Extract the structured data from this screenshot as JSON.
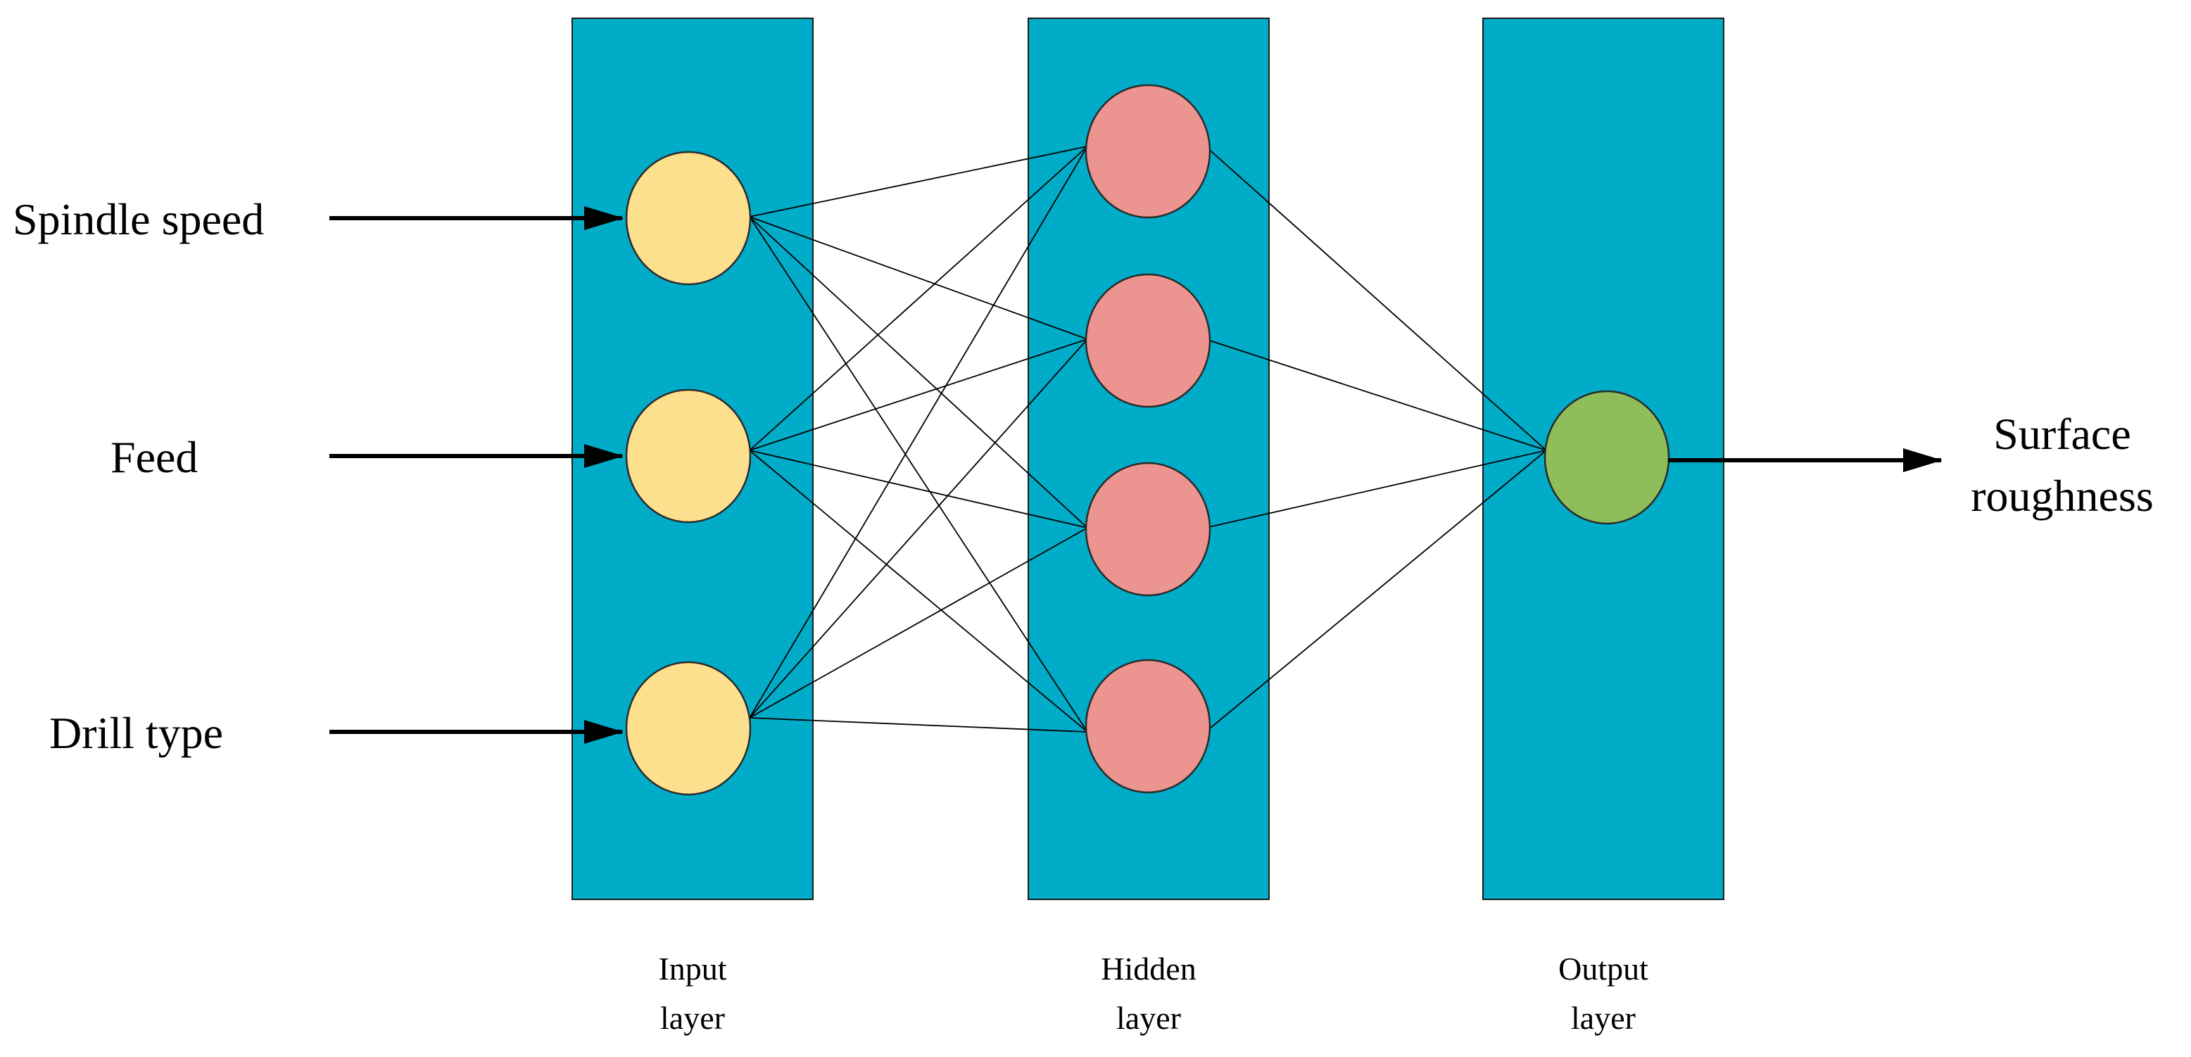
{
  "colors": {
    "layer_fill": "#00acc8",
    "input_node": "#fde08e",
    "hidden_node": "#ec9590",
    "output_node": "#8fbd5a",
    "line": "#000000"
  },
  "inputs": [
    {
      "label": "Spindle speed"
    },
    {
      "label": "Feed"
    },
    {
      "label": "Drill type"
    }
  ],
  "output": {
    "label_line1": "Surface",
    "label_line2": "roughness"
  },
  "layers": [
    {
      "id": "input",
      "caption_line1": "Input",
      "caption_line2": "layer",
      "node_count": 3
    },
    {
      "id": "hidden",
      "caption_line1": "Hidden",
      "caption_line2": "layer",
      "node_count": 4
    },
    {
      "id": "output",
      "caption_line1": "Output",
      "caption_line2": "layer",
      "node_count": 1
    }
  ]
}
